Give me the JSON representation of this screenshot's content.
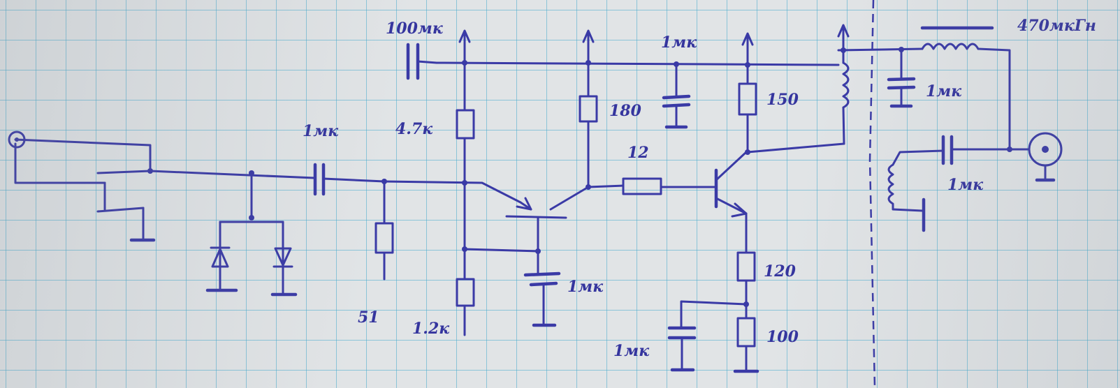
{
  "labels": {
    "c_in": "1мк",
    "c_bulk": "100мк",
    "r_bias_top": "4.7к",
    "r_bias_bot": "1.2к",
    "r_in": "51",
    "c_gate": "1мк",
    "r_drain": "180",
    "r_series": "12",
    "c_supply": "1мк",
    "r_collector": "150",
    "r_emit1": "120",
    "r_emit2": "100",
    "c_emit": "1мк",
    "inductor": "470мкГн",
    "c_out_filter": "1мк",
    "c_out": "1мк"
  },
  "colors": {
    "ink": "#3a3aa6",
    "grid": "#46aacd",
    "paper": "#e1e4e6"
  },
  "icons": {
    "input_connector": "coax-connector-icon",
    "output_connector": "coax-connector-icon"
  }
}
